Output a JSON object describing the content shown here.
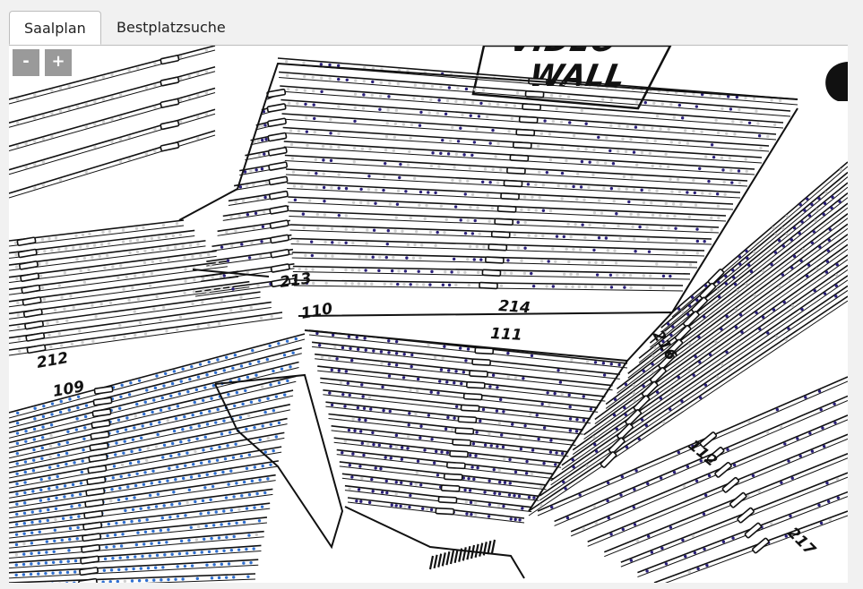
{
  "tabs": [
    {
      "label": "Saalplan",
      "active": true
    },
    {
      "label": "Bestplatzsuche",
      "active": false
    }
  ],
  "zoom": {
    "out_label": "-",
    "in_label": "+"
  },
  "stage": {
    "partial_text": "VIDEO",
    "label": "WALL"
  },
  "sections": [
    "213",
    "214",
    "110",
    "111",
    "212",
    "109",
    "216",
    "112",
    "217"
  ],
  "colors": {
    "available_blue": "#2f6fd0",
    "available_dark": "#2a1f7a",
    "unavailable": "#cfcfcf",
    "line": "#111111"
  }
}
